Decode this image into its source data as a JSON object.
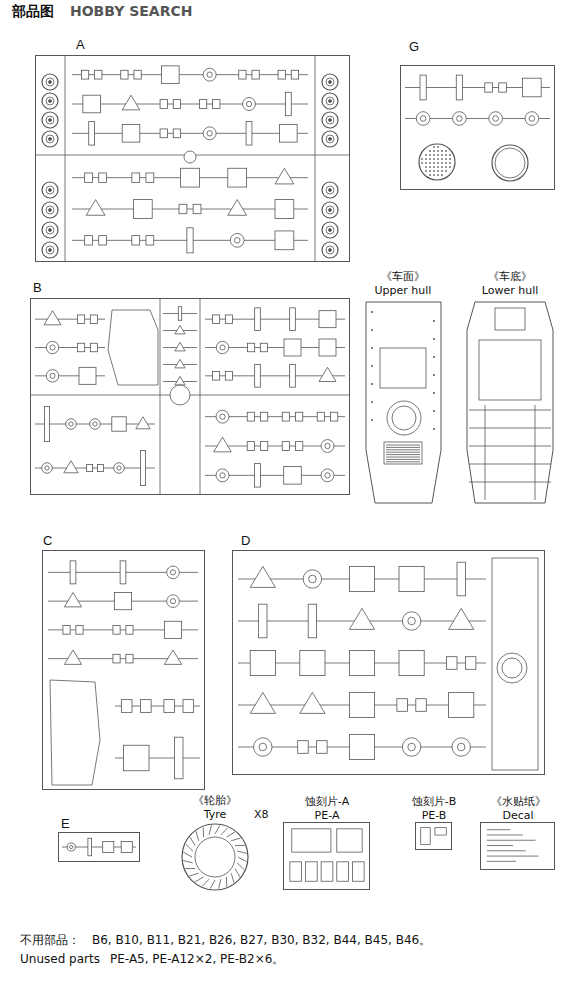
{
  "diagram": {
    "nodes": [
      {
        "text": [
          "A"
        ]
      },
      {
        "text": [
          "G"
        ]
      },
      {
        "text": [
          "B"
        ]
      },
      {
        "text": [
          "《车面》",
          "Upper hull"
        ]
      },
      {
        "text": [
          "《车底》",
          "Lower hull"
        ]
      },
      {
        "text": [
          "C"
        ]
      },
      {
        "text": [
          "D"
        ]
      },
      {
        "text": [
          "E"
        ]
      },
      {
        "text": [
          "《轮胎》",
          "Tyre"
        ]
      },
      {
        "text": [
          "蚀刻片-A",
          "PE-A"
        ]
      },
      {
        "text": [
          "蚀刻片-B",
          "PE-B"
        ]
      },
      {
        "text": [
          "《水贴纸》",
          "Decal"
        ]
      }
    ],
    "labels": [
      "部品图",
      "HOBBY SEARCH",
      "X8",
      "不用部品：",
      "B6, B10, B11, B21, B26, B27, B30, B32, B44, B45, B46。",
      "Unused parts",
      "PE-A5, PE-A12×2, PE-B2×6。"
    ]
  }
}
